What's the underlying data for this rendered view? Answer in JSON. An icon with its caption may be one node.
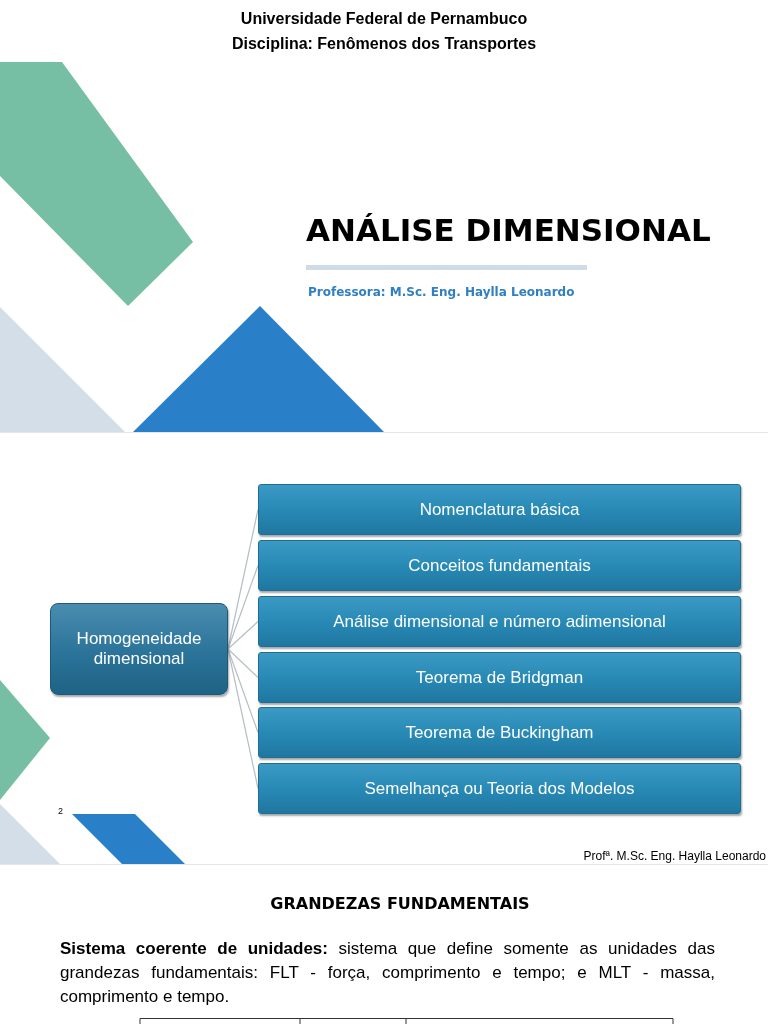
{
  "diagram": {
    "title": "ANÁLISE DIMENSIONAL",
    "nodes": [
      {
        "text": [
          "Homogeneidade dimensional"
        ]
      },
      {
        "text": [
          "Nomenclatura básica"
        ]
      },
      {
        "text": [
          "Conceitos fundamentais"
        ]
      },
      {
        "text": [
          "Análise dimensional e número adimensional"
        ]
      },
      {
        "text": [
          "Teorema de Bridgman"
        ]
      },
      {
        "text": [
          "Teorema de Buckingham"
        ]
      },
      {
        "text": [
          "Semelhança ou Teoria dos Modelos"
        ]
      }
    ],
    "edges": [
      {
        "from": 0,
        "to": 1,
        "arrow": "none"
      },
      {
        "from": 0,
        "to": 2,
        "arrow": "none"
      },
      {
        "from": 0,
        "to": 3,
        "arrow": "none"
      },
      {
        "from": 0,
        "to": 4,
        "arrow": "none"
      },
      {
        "from": 0,
        "to": 5,
        "arrow": "none"
      },
      {
        "from": 0,
        "to": 6,
        "arrow": "none"
      }
    ],
    "labels": [
      "Universidade Federal de Pernambuco",
      "Disciplina: Fenômenos dos Transportes",
      "Professora: M.Sc. Eng. Haylla Leonardo",
      "2",
      "Profª. M.Sc. Eng. Haylla Leonardo",
      "GRANDEZAS FUNDAMENTAIS",
      "**Sistema coerente de unidades:** sistema que define somente as unidades das grandezas fundamentais: FLT - força, comprimento e tempo; e MLT - massa, comprimento e tempo."
    ]
  }
}
